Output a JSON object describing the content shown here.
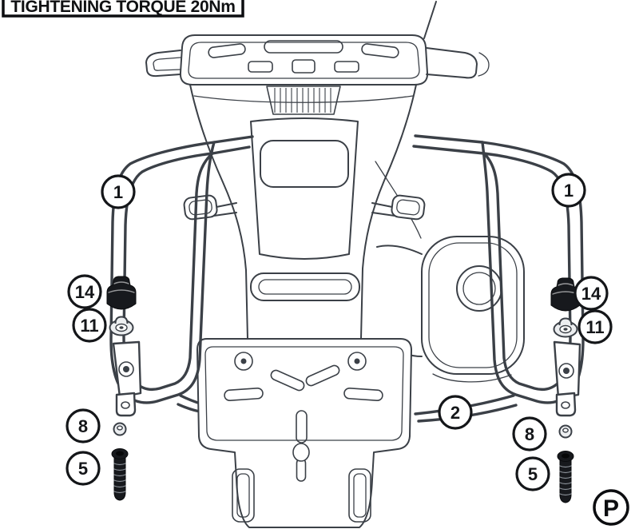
{
  "torque_box": {
    "label": "TIGHTENING TORQUE 20Nm"
  },
  "callouts": {
    "frame_left": "1",
    "frame_right": "1",
    "cap_left": "14",
    "nut_left": "11",
    "cap_right": "14",
    "nut_right": "11",
    "crossbar": "2",
    "washer_left": "8",
    "bolt_left": "5",
    "washer_right": "8",
    "bolt_right": "5"
  },
  "page_marker": {
    "label": "P"
  },
  "colors": {
    "line": "#3b4047",
    "callout_stroke": "#141619",
    "part_black": "#17191d",
    "background": "#ffffff"
  }
}
